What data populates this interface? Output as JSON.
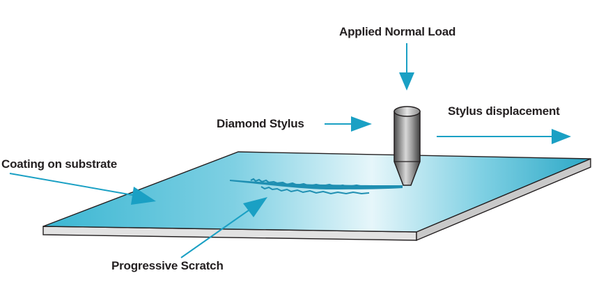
{
  "diagram": {
    "labels": {
      "applied_normal_load": "Applied Normal Load",
      "diamond_stylus": "Diamond Stylus",
      "stylus_displacement": "Stylus displacement",
      "coating_on_substrate": "Coating on substrate",
      "progressive_scratch": "Progressive Scratch"
    },
    "colors": {
      "coating_light": "#e6f6fa",
      "coating_dark": "#2aa7c6",
      "arrow": "#1aa0c4",
      "scratch": "#1f8fb2",
      "substrate_edge": "#d8d8d8",
      "stylus_dark": "#5a5a5a",
      "stylus_light": "#d4d4d4",
      "text": "#231f20"
    }
  }
}
